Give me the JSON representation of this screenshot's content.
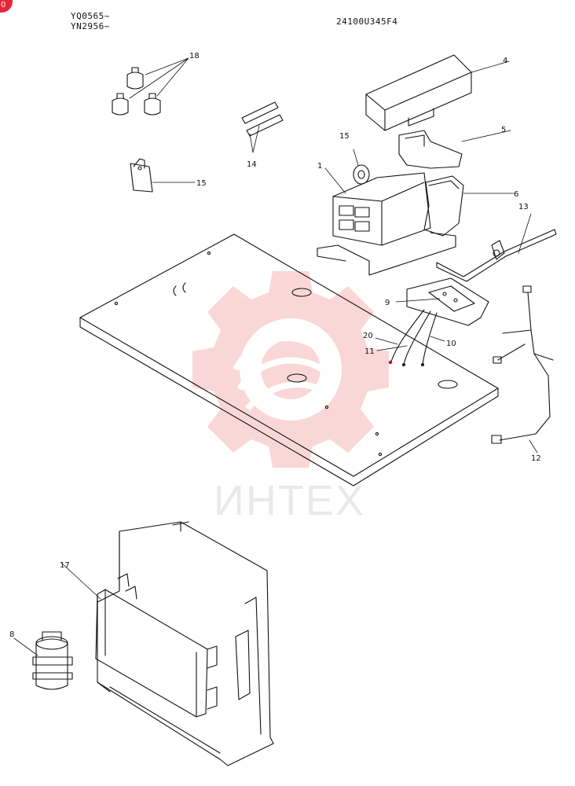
{
  "header": {
    "serial_line_1": "YQ0565~",
    "serial_line_2": "YN2956~",
    "drawing_number": "24100U345F4"
  },
  "watermark": {
    "text": "ИНТЕХ",
    "color": "#f7b7b7"
  },
  "corner_badge": {
    "text": "0",
    "color": "#e5263a"
  },
  "callouts": {
    "c1": "1",
    "c4": "4",
    "c5": "5",
    "c6": "6",
    "c8": "8",
    "c9": "9",
    "c10": "10",
    "c11": "11",
    "c12": "12",
    "c13": "13",
    "c14": "14",
    "c15a": "15",
    "c15b": "15",
    "c17": "17",
    "c18": "18",
    "c20": "20"
  }
}
